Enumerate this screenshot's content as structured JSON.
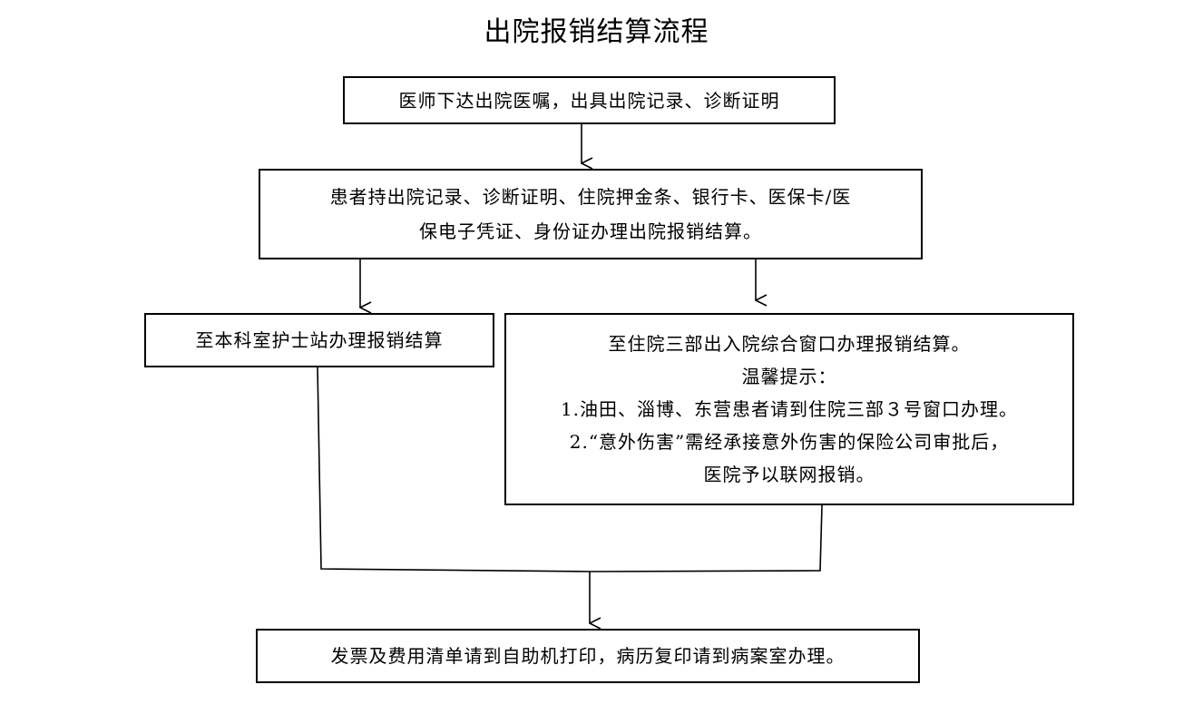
{
  "title": "出院报销结算流程",
  "steps": {
    "step1": "医师下达出院医嘱，出具出院记录、诊断证明",
    "step2_line1": "患者持出院记录、诊断证明、住院押金条、银行卡、医保卡/医",
    "step2_line2": "保电子凭证、身份证办理出院报销结算。",
    "option_a": "至本科室护士站办理报销结算",
    "option_b": {
      "line1": "至住院三部出入院综合窗口办理报销结算。",
      "tip_title": "温馨提示：",
      "tip1": "1.油田、淄博、东营患者请到住院三部３号窗口办理。",
      "tip2_line1": "2.“意外伤害”需经承接意外伤害的保险公司审批后，",
      "tip2_line2": "医院予以联网报销。"
    },
    "final": "发票及费用清单请到自助机打印，病历复印请到病案室办理。"
  }
}
